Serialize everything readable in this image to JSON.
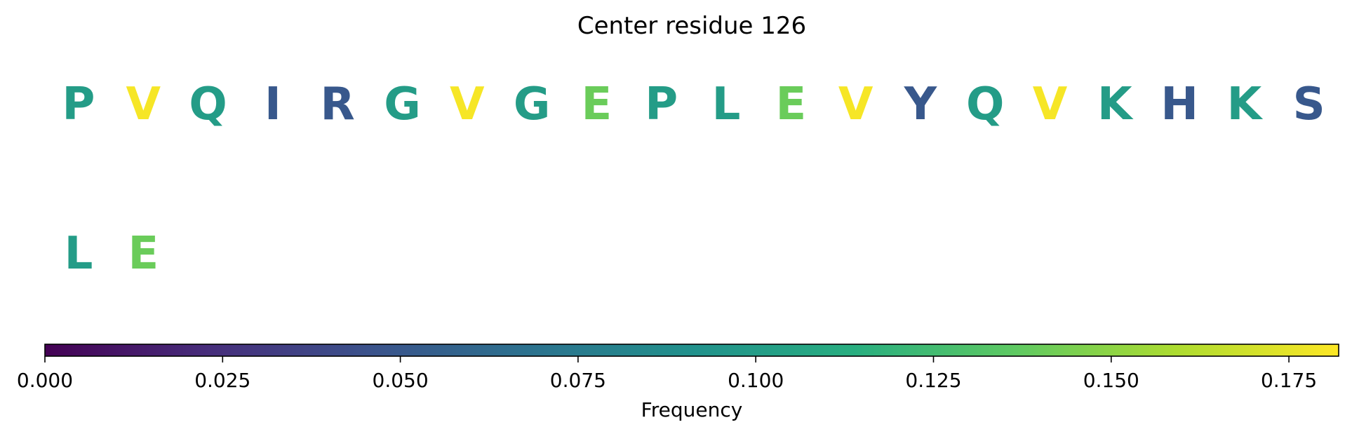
{
  "chart_data": {
    "type": "sequence-heatmap",
    "title": "Center residue 126",
    "rows": [
      {
        "residues": [
          "P",
          "V",
          "Q",
          "I",
          "R",
          "G",
          "V",
          "G",
          "E",
          "P",
          "L",
          "E",
          "V",
          "Y",
          "Q",
          "V",
          "K",
          "H",
          "K",
          "S"
        ],
        "frequencies": [
          0.1,
          0.18,
          0.1,
          0.05,
          0.05,
          0.1,
          0.18,
          0.1,
          0.14,
          0.1,
          0.1,
          0.14,
          0.18,
          0.05,
          0.1,
          0.18,
          0.1,
          0.05,
          0.1,
          0.05
        ]
      },
      {
        "residues": [
          "L",
          "E"
        ],
        "frequencies": [
          0.1,
          0.14
        ]
      }
    ],
    "colorbar": {
      "label": "Frequency",
      "colormap": "viridis",
      "range": [
        0.0,
        0.182
      ],
      "ticks": [
        0.0,
        0.025,
        0.05,
        0.075,
        0.1,
        0.125,
        0.15,
        0.175
      ],
      "tick_labels": [
        "0.000",
        "0.025",
        "0.050",
        "0.075",
        "0.100",
        "0.125",
        "0.150",
        "0.175"
      ],
      "orientation": "horizontal",
      "position": "bottom"
    }
  }
}
